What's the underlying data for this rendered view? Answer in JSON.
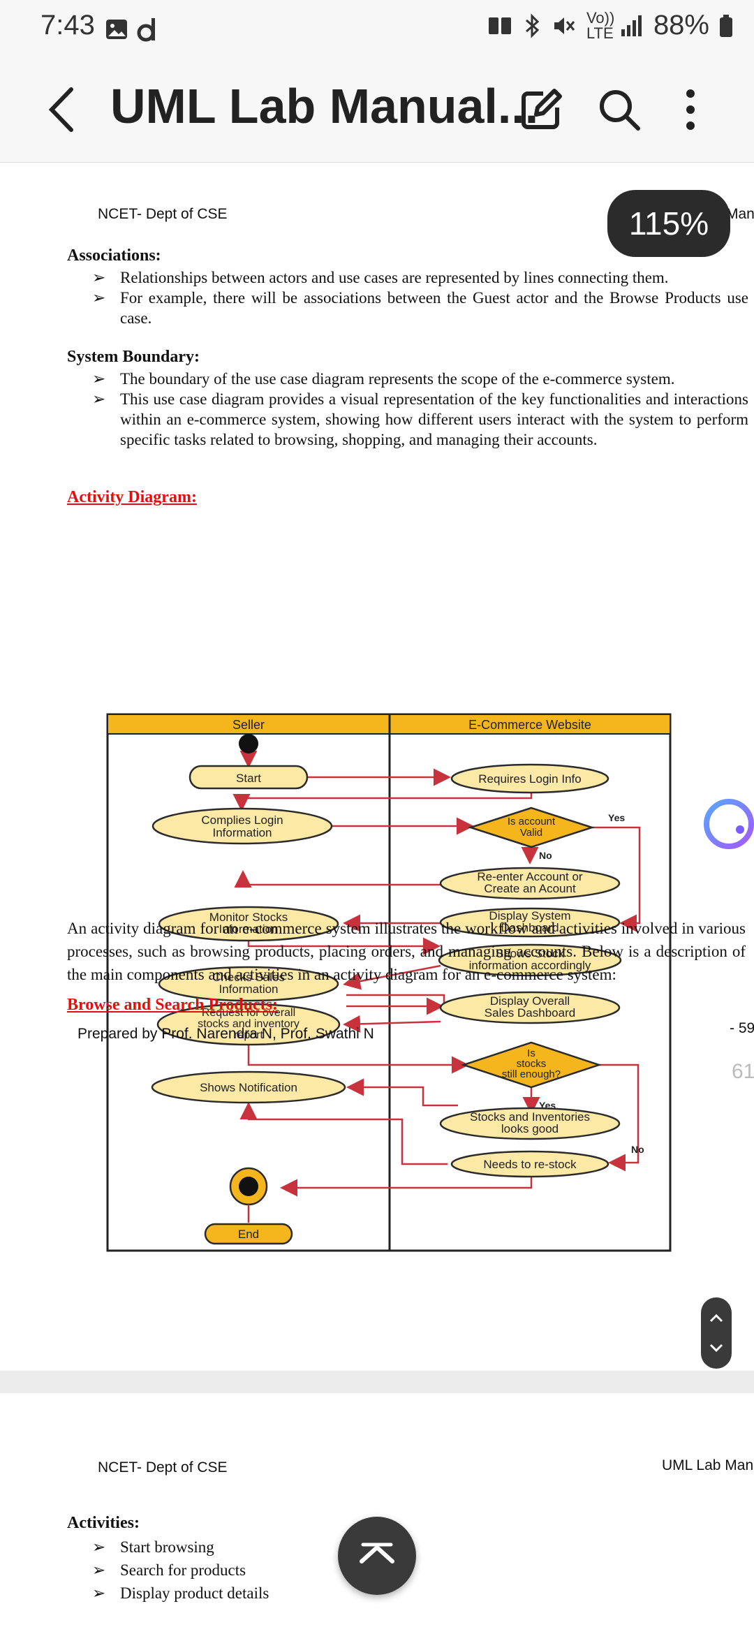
{
  "status_bar": {
    "time": "7:43",
    "volte": "Vo)) LTE",
    "battery": "88%"
  },
  "app_bar": {
    "title": "UML Lab Manual...",
    "icons": [
      "back-icon",
      "edit-icon",
      "search-icon",
      "more-vert-icon"
    ]
  },
  "page": {
    "header_left": "NCET- Dept of CSE",
    "header_right": "Manu",
    "zoom": "115%",
    "associations": {
      "heading": "Associations:",
      "bullets": [
        "Relationships between actors and use cases are represented by lines connecting them.",
        "For example, there will be associations between the Guest actor and the Browse Products use case."
      ]
    },
    "system_boundary": {
      "heading": "System Boundary:",
      "bullets": [
        "The boundary of the use case diagram represents the scope of the e-commerce system.",
        "This use case diagram provides a visual representation of the key functionalities and interactions within an e-commerce system, showing how different users interact with the system to perform specific tasks related to browsing, shopping, and managing their accounts."
      ]
    },
    "activity_heading": "Activity Diagram:",
    "diagram": {
      "lane_left": "Seller",
      "lane_right": "E-Commerce Website",
      "nodes": {
        "start": "Start",
        "requires_login": "Requires Login Info",
        "complies_login_1": "Complies Login",
        "complies_login_2": "Information",
        "is_account_1": "Is account",
        "is_account_2": "Valid",
        "yes1": "Yes",
        "no1": "No",
        "reenter_1": "Re-enter Account or",
        "reenter_2": "Create an Acount",
        "monitor_1": "Monitor Stocks",
        "monitor_2": "Information",
        "display_dash_1": "Display System",
        "display_dash_2": "Dashboard",
        "shows_stock_1": "Shows Stock",
        "shows_stock_2": "information accordingly",
        "checks_sales_1": "Checks Sales",
        "checks_sales_2": "Information",
        "display_sales_1": "Display Overall",
        "display_sales_2": "Sales Dashboard",
        "request_1": "Request for overall",
        "request_2": "stocks and inventory",
        "request_3": "report",
        "stocks_enough_1": "Is",
        "stocks_enough_2": "stocks",
        "stocks_enough_3": "still enough?",
        "shows_notification": "Shows Notification",
        "yes2": "Yes",
        "stocks_good_1": "Stocks and Inventories",
        "stocks_good_2": "looks good",
        "no2": "No",
        "needs_restock": "Needs to re-stock",
        "end": "End"
      }
    },
    "intro_paragraph": "An activity diagram for an e-commerce system illustrates the workflow and activities involved in various processes, such as browsing products, placing orders, and managing accounts. Below is a description of the main components and activities in an activity diagram for an e-commerce system:",
    "browse_heading": "Browse and Search Products:",
    "footer_left": "Prepared by Prof. Narendra N, Prof. Swathi N",
    "footer_right": "- 59",
    "next_page_number": "61"
  },
  "page2": {
    "header_left": "NCET- Dept of CSE",
    "header_right": "UML Lab Manu",
    "activities_heading": "Activities:",
    "activities": [
      "Start browsing",
      "Search for products",
      "Display product details"
    ]
  },
  "colors": {
    "lane_header": "#f4b51d",
    "node_fill": "#fde9a6",
    "node_stroke": "#2b2b2b",
    "arrow": "#c8323c",
    "diamond": "#f4b51d",
    "accent_red": "#e01010"
  }
}
